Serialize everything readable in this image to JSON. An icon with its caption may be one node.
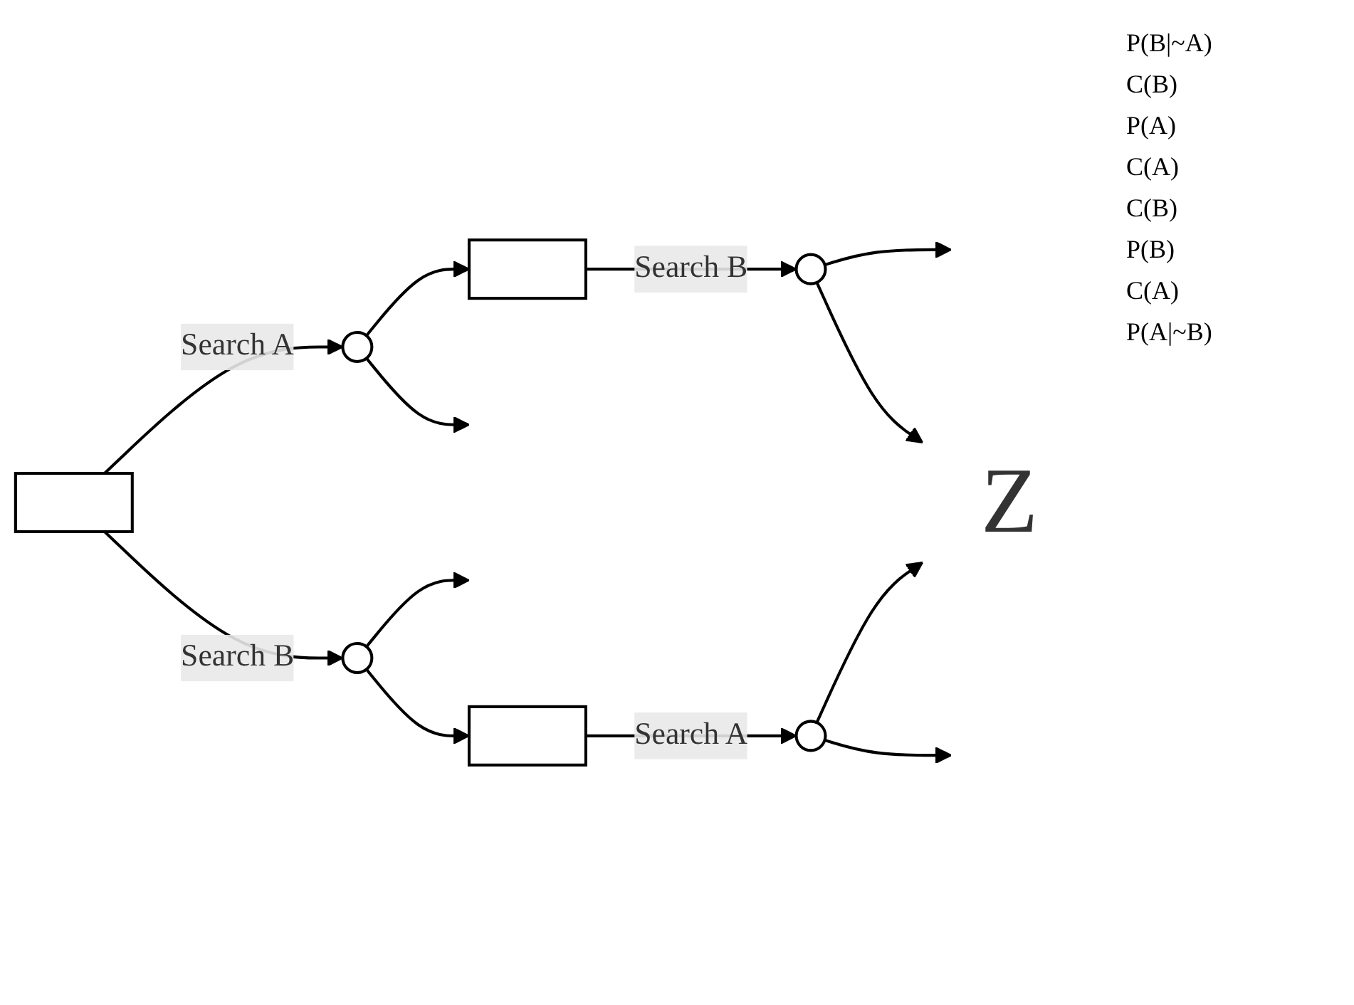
{
  "diagram": {
    "nodes": [
      {
        "text": [],
        "shape": "box"
      },
      {
        "text": [],
        "shape": "circle"
      },
      {
        "text": [],
        "shape": "box"
      },
      {
        "text": [],
        "shape": "circle"
      },
      {
        "text": [],
        "shape": "circle"
      },
      {
        "text": [],
        "shape": "box"
      },
      {
        "text": [],
        "shape": "circle"
      },
      {
        "text": [
          "Z"
        ]
      }
    ],
    "edges": [
      {
        "from": 0,
        "to": 1,
        "arrow": "to",
        "label": "Search A"
      },
      {
        "from": 0,
        "to": 4,
        "arrow": "to",
        "label": "Search B"
      },
      {
        "from": 1,
        "to": 2,
        "arrow": "to"
      },
      {
        "from": 1,
        "to": null,
        "arrow": "to"
      },
      {
        "from": 2,
        "to": 3,
        "arrow": "to",
        "label": "Search B"
      },
      {
        "from": 3,
        "to": null,
        "arrow": "to"
      },
      {
        "from": 3,
        "to": 7,
        "arrow": "to"
      },
      {
        "from": 4,
        "to": null,
        "arrow": "to"
      },
      {
        "from": 4,
        "to": 5,
        "arrow": "to"
      },
      {
        "from": 5,
        "to": 6,
        "arrow": "to",
        "label": "Search A"
      },
      {
        "from": 6,
        "to": 7,
        "arrow": "to"
      },
      {
        "from": 6,
        "to": null,
        "arrow": "to"
      }
    ],
    "labels": [
      "P(B|~A)",
      "C(B)",
      "P(A)",
      "C(A)",
      "C(B)",
      "P(B)",
      "C(A)",
      "P(A|~B)"
    ]
  }
}
